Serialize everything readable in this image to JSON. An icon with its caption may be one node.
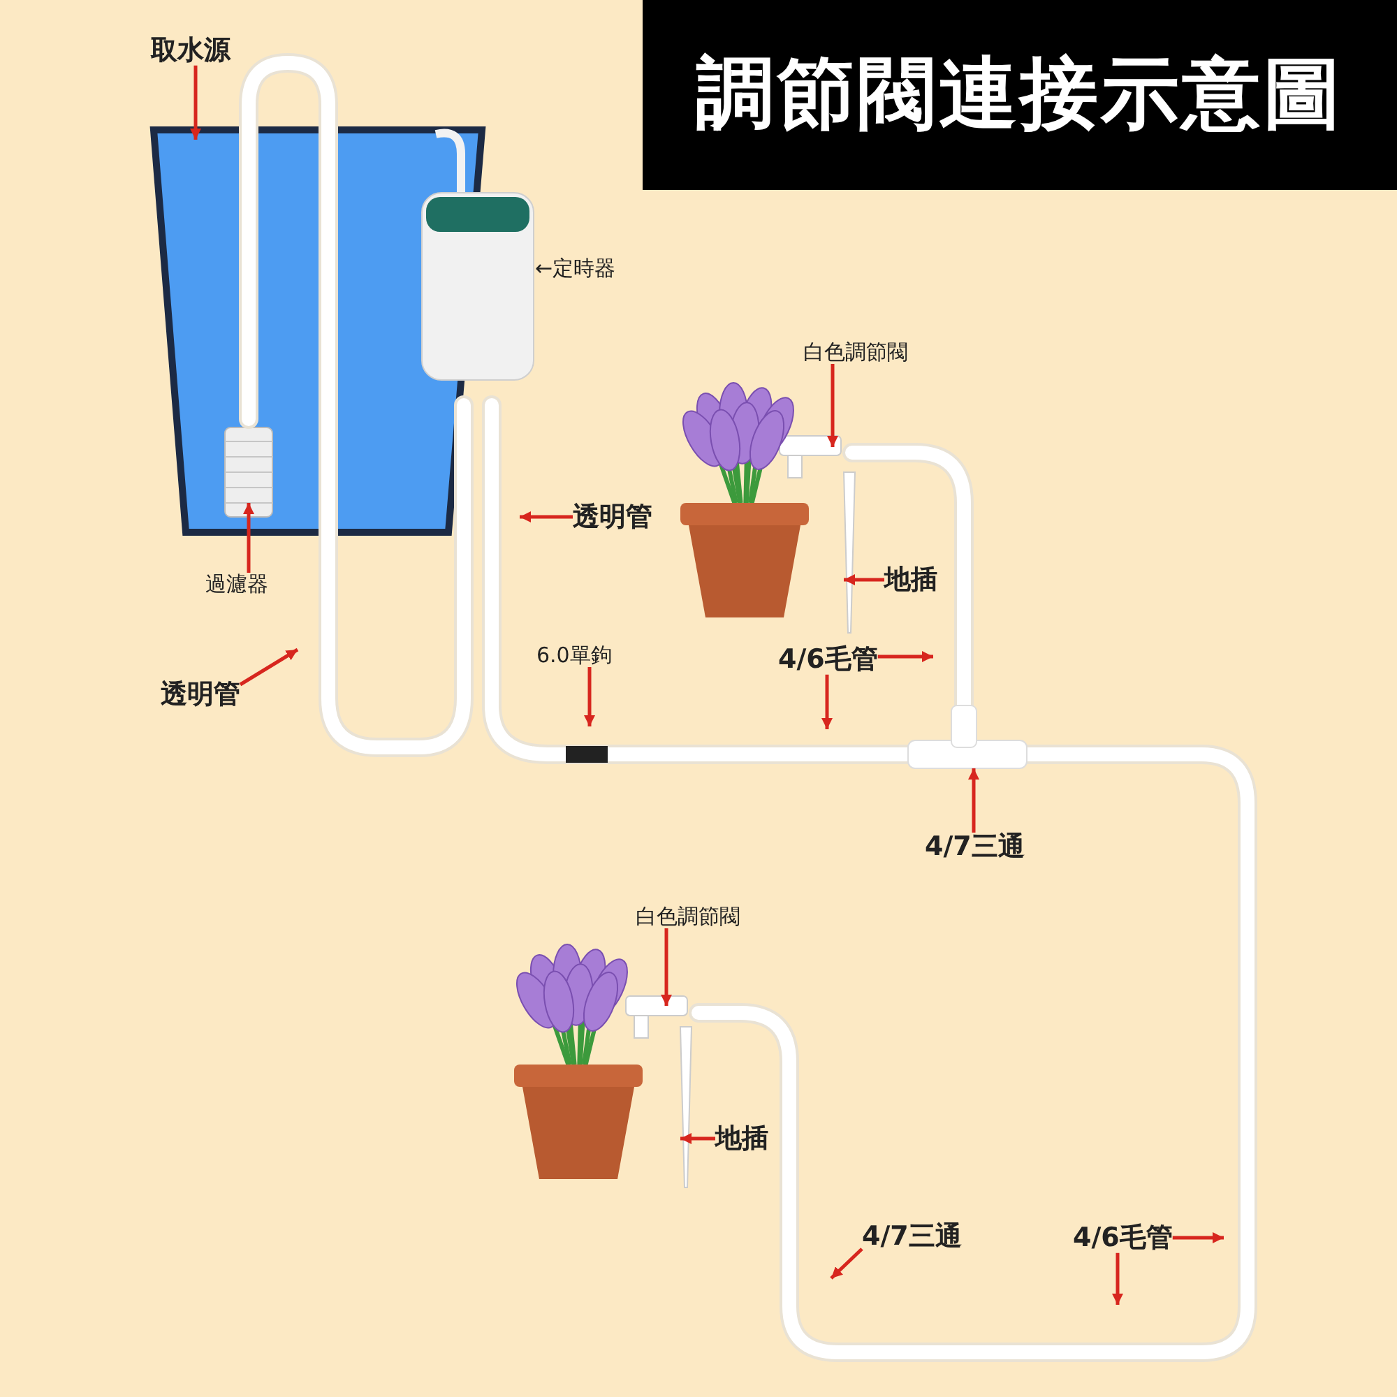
{
  "diagram": {
    "title": "調節閥連接示意圖",
    "nodes": [
      {
        "text": [
          "取水源"
        ]
      },
      {
        "text": [
          "過濾器"
        ]
      },
      {
        "text": [
          "透明管"
        ]
      },
      {
        "text": [
          "透明管"
        ]
      },
      {
        "text": [
          "白色調節閥"
        ]
      },
      {
        "text": [
          "地插"
        ]
      },
      {
        "text": [
          "6.0單鉤"
        ]
      },
      {
        "text": [
          "4/6毛管"
        ]
      },
      {
        "text": [
          "4/7三通"
        ]
      },
      {
        "text": [
          "白色調節閥"
        ]
      },
      {
        "text": [
          "地插"
        ]
      },
      {
        "text": [
          "4/7三通"
        ]
      },
      {
        "text": [
          "4/6毛管"
        ]
      },
      {
        "text": [],
        "shape": "picture"
      },
      {
        "text": [],
        "shape": "picture",
        "in": 13
      },
      {
        "text": [],
        "shape": "picture"
      },
      {
        "text": [],
        "shape": "picture"
      },
      {
        "text": [],
        "shape": "picture"
      },
      {
        "text": [],
        "shape": "picture"
      },
      {
        "text": [],
        "shape": "picture"
      }
    ],
    "edges": [
      {
        "from": 0,
        "to": 13,
        "arrow": "to"
      },
      {
        "from": 1,
        "to": 14,
        "arrow": "to"
      },
      {
        "from": 2,
        "to": null,
        "arrow": "to"
      },
      {
        "from": 3,
        "to": null,
        "arrow": "to"
      },
      {
        "from": 4,
        "to": 17,
        "arrow": "to"
      },
      {
        "from": 5,
        "to": 15,
        "arrow": "to"
      },
      {
        "from": 6,
        "to": null,
        "arrow": "to"
      },
      {
        "from": 7,
        "to": null,
        "arrow": "to"
      },
      {
        "from": 7,
        "to": null,
        "arrow": "to"
      },
      {
        "from": 8,
        "to": 19,
        "arrow": "to"
      },
      {
        "from": 9,
        "to": 18,
        "arrow": "to"
      },
      {
        "from": 10,
        "to": 16,
        "arrow": "to"
      },
      {
        "from": 11,
        "to": null,
        "arrow": "to"
      },
      {
        "from": 12,
        "to": null,
        "arrow": "to"
      },
      {
        "from": 12,
        "to": null,
        "arrow": "to"
      }
    ],
    "labels": [
      "←定時器"
    ]
  }
}
